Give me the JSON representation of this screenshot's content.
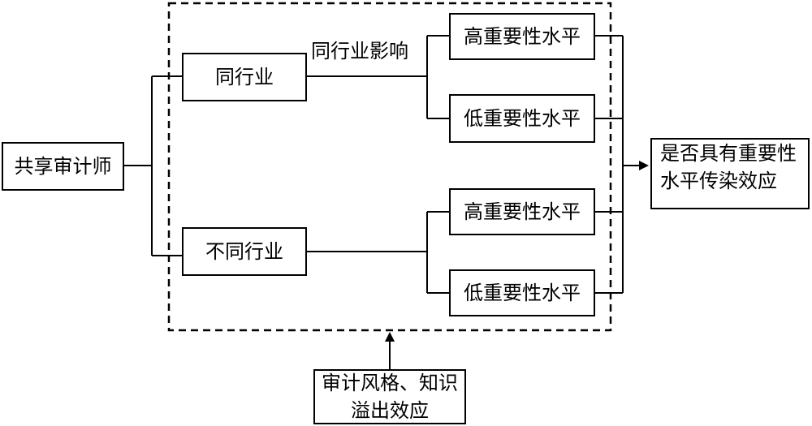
{
  "diagram": {
    "source": {
      "label": "共享审计师"
    },
    "same_industry": {
      "label": "同行业",
      "edge_label": "同行业影响"
    },
    "diff_industry": {
      "label": "不同行业"
    },
    "same_high": {
      "label": "高重要性水平"
    },
    "same_low": {
      "label": "低重要性水平"
    },
    "diff_high": {
      "label": "高重要性水平"
    },
    "diff_low": {
      "label": "低重要性水平"
    },
    "outcome": {
      "lines": [
        "是否具有重要性",
        "水平传染效应"
      ]
    },
    "moderator": {
      "lines": [
        "审计风格、知识",
        "溢出效应"
      ]
    }
  }
}
